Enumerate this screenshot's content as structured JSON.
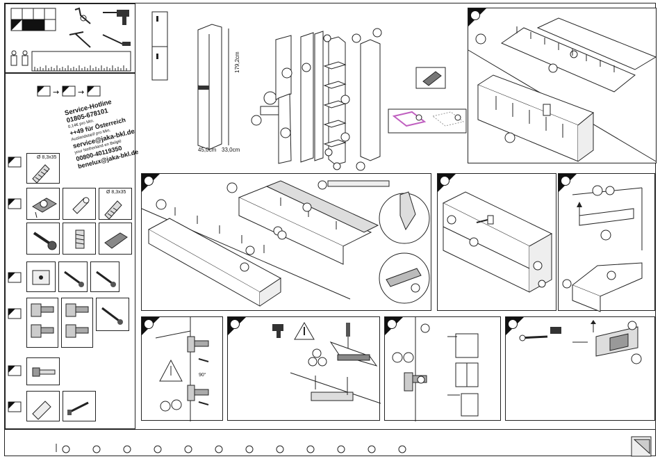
{
  "page": {
    "title": ""
  },
  "hotline": {
    "title": "Service-Hotline",
    "phone_de": "01805-678101",
    "price_de": "0,14€ pro Min.",
    "phone_at": "++49 für Österreich",
    "price_at": "Auslandstarif pro Min.",
    "email": "service@jaka-bkl.de",
    "note_be": "your Netherland en België",
    "phone_be": "00800-40119350",
    "email_be": "benelux@jaka-bkl.de"
  },
  "parts": {
    "screw_1": "Ø 8,3x35",
    "screw_2": "Ø 8,3x35"
  },
  "dimensions": {
    "height": "179,2cm",
    "width": "45,0cm",
    "depth": "33,0cm"
  },
  "angle": "90°",
  "footer": {
    "circles": 10
  },
  "colors": {
    "line": "#222222",
    "badge": "#111111",
    "preview_frame": "#c060c0"
  }
}
